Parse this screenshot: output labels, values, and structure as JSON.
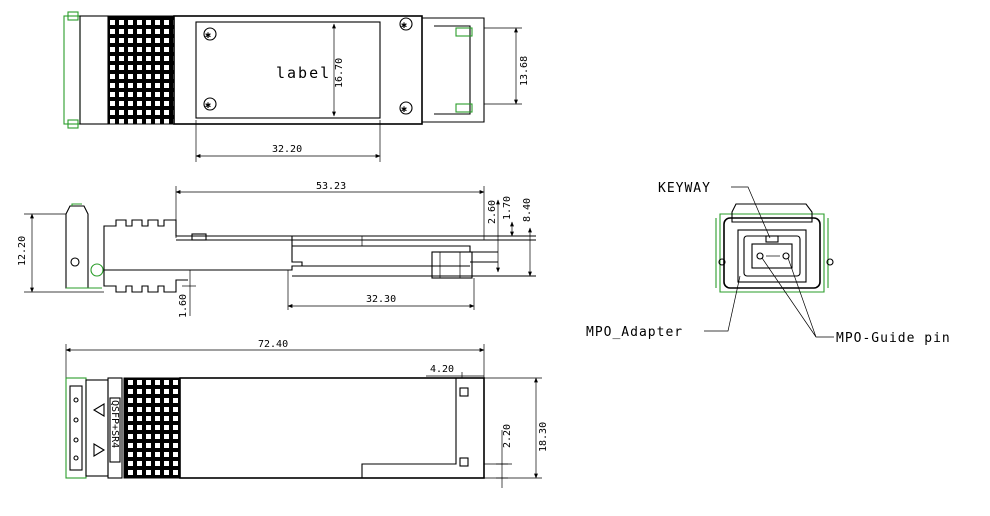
{
  "top_view": {
    "label_text": "label",
    "dim_label_width": "32.20",
    "dim_label_height": "16.70",
    "dim_end_height": "13.68"
  },
  "side_view": {
    "dim_overall_top": "53.23",
    "dim_height": "12.20",
    "dim_a": "2.60",
    "dim_b": "1.70",
    "dim_c": "8.40",
    "dim_d": "1.60",
    "dim_bottom": "32.30"
  },
  "bottom_view": {
    "dim_length": "72.40",
    "dim_tip": "4.20",
    "dim_width": "18.30",
    "dim_small": "2.20",
    "product_mark": "QSFP+SR4"
  },
  "connector_view": {
    "keyway": "KEYWAY",
    "mpo_adapter": "MPO_Adapter",
    "mpo_guide_pin": "MPO-Guide pin"
  }
}
